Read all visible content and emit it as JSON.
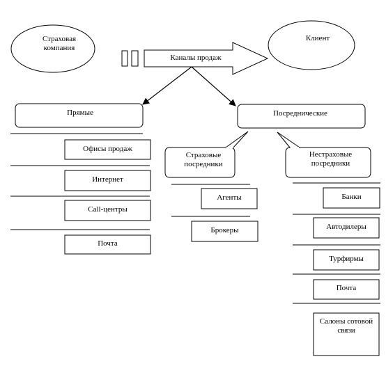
{
  "nodes": {
    "insurance_company": "Страховая компания",
    "client": "Клиент",
    "sales_channels": "Каналы продаж",
    "direct": "Прямые",
    "intermediary": "Посреднические",
    "insurance_intermediaries": "Страховые посредники",
    "non_insurance_intermediaries": "Нестраховые посредники"
  },
  "direct_channels": [
    "Офисы продаж",
    "Интернет",
    "Call-центры",
    "Почта"
  ],
  "insurance_intermediary_channels": [
    "Агенты",
    "Брокеры"
  ],
  "non_insurance_intermediary_channels": [
    "Банки",
    "Автодилеры",
    "Турфирмы",
    "Почта",
    "Салоны сотовой связи"
  ]
}
